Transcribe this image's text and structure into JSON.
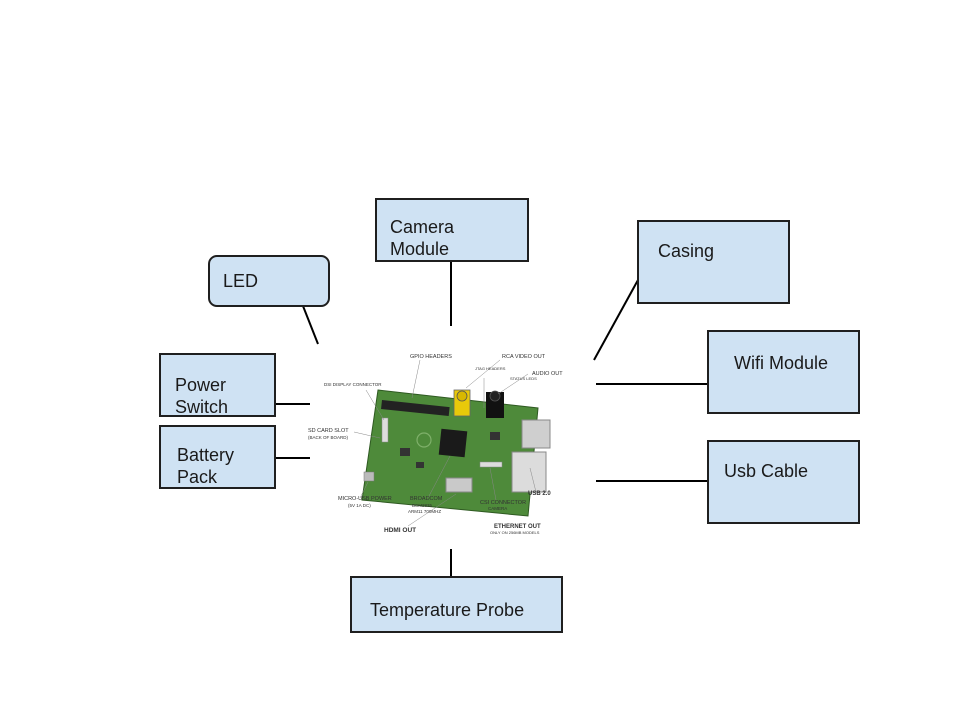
{
  "labels": {
    "camera": "Camera\nModule",
    "led": "LED",
    "casing": "Casing",
    "power": "Power\nSwitch",
    "battery": "Battery\nPack",
    "wifi": "Wifi Module",
    "usb": "Usb Cable",
    "temp": "Temperature Probe"
  },
  "board": {
    "gpio": "GPIO HEADERS",
    "rca": "RCA VIDEO OUT",
    "jtag": "JTAG HEADERS",
    "status": "STATUS LEDS",
    "audio": "AUDIO OUT",
    "dsi": "DSI DISPLAY CONNECTOR",
    "sd": "SD CARD SLOT",
    "sd_sub": "(BACK OF BOARD)",
    "micro": "MICRO-USB POWER",
    "micro_sub": "(5V 1A DC)",
    "broadcom": "BROADCOM",
    "broadcom_sub1": "BCM2835",
    "broadcom_sub2": "ARM11 700MHZ",
    "hdmi": "HDMI OUT",
    "csi": "CSI CONNECTOR",
    "csi_sub": "CAMERA",
    "usb": "USB 2.0",
    "ethernet": "ETHERNET OUT",
    "ethernet_sub": "ONLY ON 256MB MODELS"
  },
  "colors": {
    "box_fill": "#cfe2f3",
    "box_border": "#1f1f1f",
    "pcb": "#4e8a3a"
  },
  "icons": {
    "board_image": "raspberry-pi-board"
  }
}
